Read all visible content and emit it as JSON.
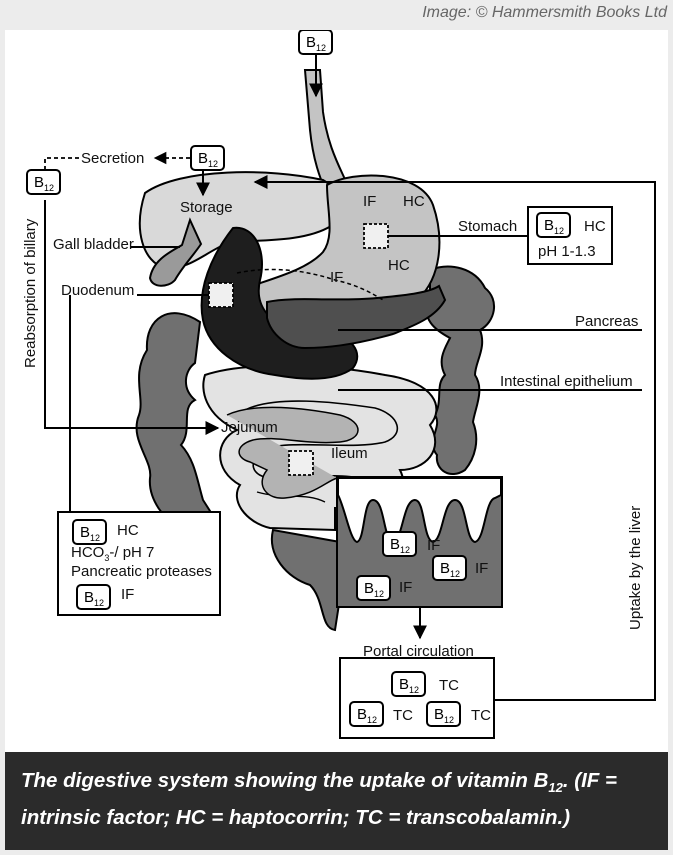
{
  "credit": "Image: © Hammersmith Books Ltd",
  "caption": {
    "part1": "The digestive system showing the uptake of vitamin B",
    "sub": "12",
    "part2": ". (IF = intrinsic factor; HC = haptocorrin; TC = transcobalamin.)"
  },
  "b12": {
    "main": "B",
    "sub": "12"
  },
  "labels": {
    "secretion": "Secretion",
    "storage": "Storage",
    "reabsorption": "Reabsorption of billary",
    "gall_bladder": "Gall bladder",
    "duodenum": "Duodenum",
    "stomach": "Stomach",
    "stomach_hc": "HC",
    "stomach_ph": "pH 1-1.3",
    "pancreas": "Pancreas",
    "intestinal_epithelium": "Intestinal epithelium",
    "jejunum": "Jejunum",
    "ileum": "Ileum",
    "uptake_liver": "Uptake by the liver",
    "portal_circulation": "Portal circulation",
    "if_upper": "IF",
    "hc_upper": "HC",
    "hc_mid": "HC",
    "if_mid": "IF"
  },
  "duodenum_box": {
    "hc": "HC",
    "hco3_main": "HCO",
    "hco3_sub": "3",
    "hco3_rest": "-/ pH 7",
    "proteases": "Pancreatic proteases",
    "if": "IF"
  },
  "ileum_box": {
    "if1": "IF",
    "if2": "IF",
    "if3": "IF"
  },
  "portal_box": {
    "tc1": "TC",
    "tc2": "TC",
    "tc3": "TC"
  }
}
